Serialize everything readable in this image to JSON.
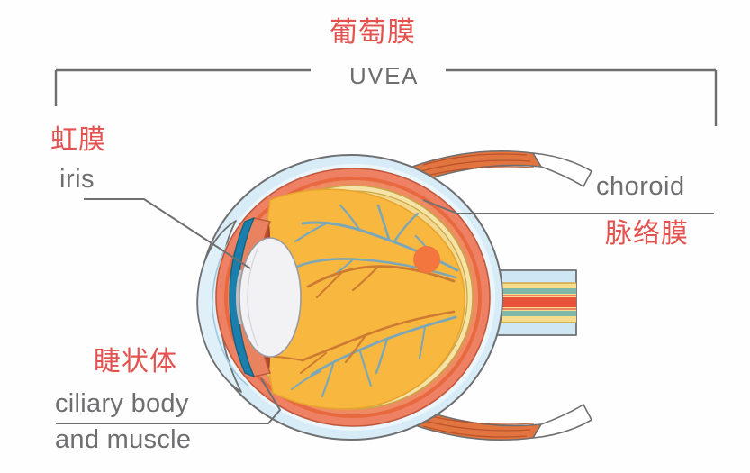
{
  "figure": {
    "title_cn": "葡萄膜",
    "title_en": "UVEA",
    "subject": "cross-section diagram of the human eye highlighting the uvea"
  },
  "labels": {
    "uvea": {
      "cn": "葡萄膜",
      "en": "UVEA"
    },
    "iris": {
      "cn": "虹膜",
      "en": "iris"
    },
    "choroid": {
      "en": "choroid",
      "cn": "脉络膜"
    },
    "ciliary": {
      "cn": "睫状体",
      "en_line1": "ciliary body",
      "en_line2": "and muscle"
    }
  },
  "colors": {
    "label_cn": "#e4524f",
    "label_en": "#6e6e70",
    "leader_line": "#6f6f71",
    "sclera": "#d7ecf7",
    "sclera_outline": "#6f6f71",
    "choroid_layer": "#ee8163",
    "choroid_inner": "#e8693f",
    "retina_layer": "#f6e3a8",
    "retina_line": "#c8a545",
    "vitreous": "#f8b73e",
    "vitreous_edge": "#f5a623",
    "iris_blue": "#1b7fad",
    "iris_body": "#e8825f",
    "ciliary_dark": "#b5462c",
    "pupil": "#bfbfbf",
    "lens": "#f2f2f4",
    "cornea": "#dff0f8",
    "macula": "#f4763f",
    "vessel_blue": "#7ba7b8",
    "vessel_orange": "#cd7b33",
    "muscle": "#e2743f",
    "muscle_stripe": "#b34f28",
    "tendon": "#ffffff",
    "optic_nerve_band_yellow": "#f6dc8c",
    "optic_nerve_band_red": "#e8513a",
    "optic_nerve_band_teal": "#7fb7a8",
    "background": "#fefefe"
  },
  "anatomy_parts": [
    "sclera",
    "cornea",
    "iris",
    "pupil",
    "lens",
    "ciliary body and muscle",
    "choroid",
    "retina",
    "vitreous body",
    "macula",
    "optic nerve",
    "extraocular muscle"
  ]
}
